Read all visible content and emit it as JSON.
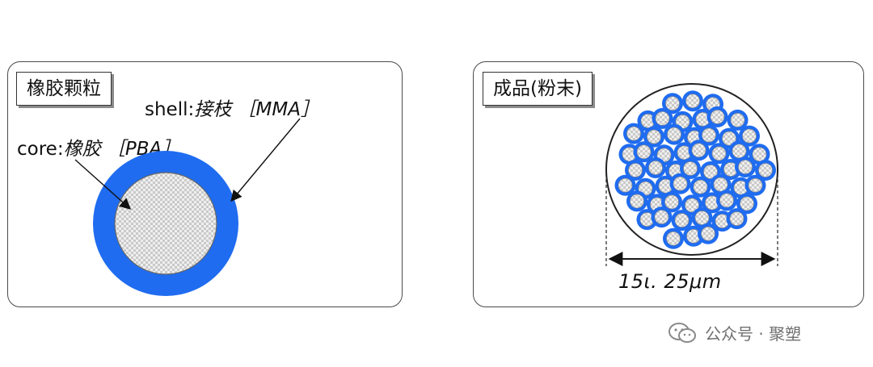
{
  "rubber_panel": {
    "title": "橡胶颗粒",
    "shell_label_prefix": "shell:",
    "shell_label_italic": "接枝 ［MMA］",
    "core_label_prefix": "core:",
    "core_label_italic": "橡胶 ［PBA］"
  },
  "powder_panel": {
    "title": "成品(粉末)",
    "dimension_text": "15ι. 25μm"
  },
  "watermark": {
    "text": "公众号 · 聚塑",
    "icon": "wechat-icon"
  },
  "colors": {
    "shell_blue": "#1f6cf0",
    "core_fill": "#e8e8e8",
    "border": "#4a4a4a",
    "text": "#111111"
  }
}
